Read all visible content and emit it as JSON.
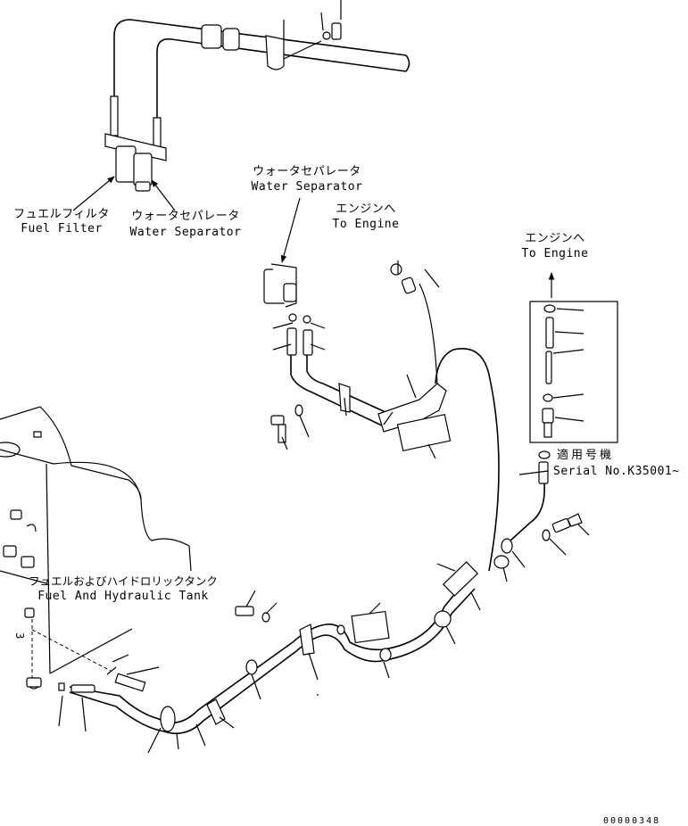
{
  "labels": {
    "fuel_filter_jp": "フュエルフィルタ",
    "fuel_filter_en": "Fuel Filter",
    "water_sep_lower_jp": "ウォータセパレータ",
    "water_sep_lower_en": "Water Separator",
    "water_sep_upper_jp": "ウォータセパレータ",
    "water_sep_upper_en": "Water Separator",
    "to_engine_mid_jp": "エンジンへ",
    "to_engine_mid_en": "To Engine",
    "to_engine_right_jp": "エンジンへ",
    "to_engine_right_en": "To Engine",
    "serial_jp": "適用号機",
    "serial_en": "Serial No.K35001~",
    "tank_jp": "フュエルおよびハイドロリックタンク",
    "tank_en": "Fuel And Hydraulic Tank",
    "tank_mark": "3",
    "doc_number": "00000348"
  }
}
